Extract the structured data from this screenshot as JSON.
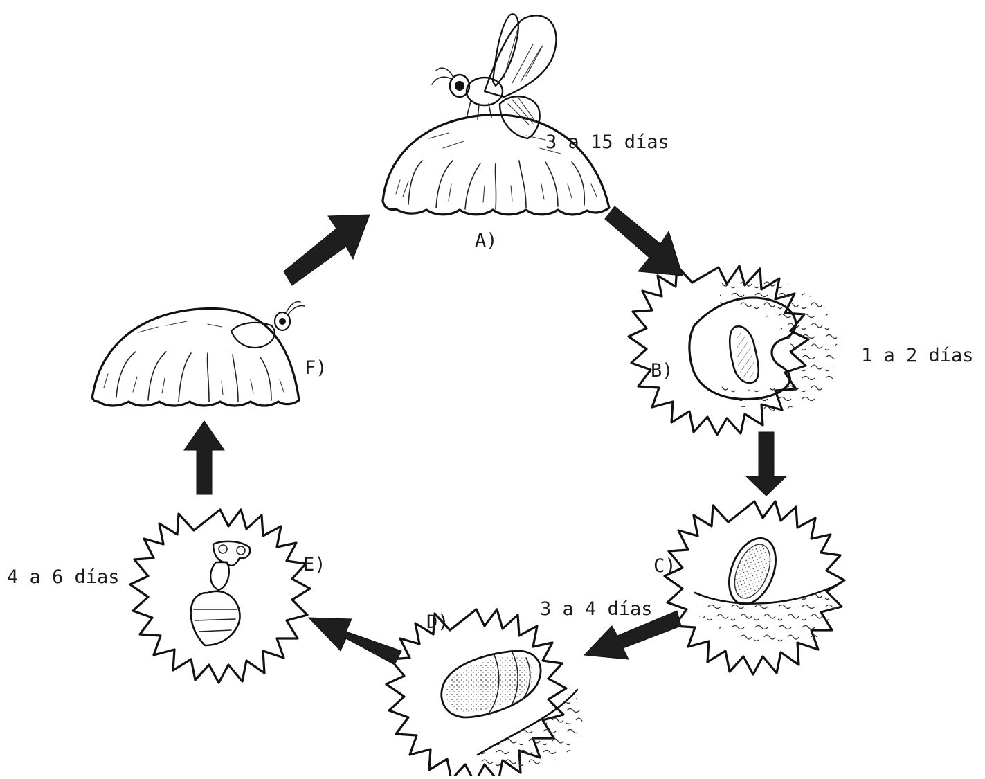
{
  "stages": [
    {
      "id": "A",
      "label": "A)",
      "duration": "3 a 15 días"
    },
    {
      "id": "B",
      "label": "B)",
      "duration": "1 a 2 días"
    },
    {
      "id": "C",
      "label": "C)",
      "duration": ""
    },
    {
      "id": "D",
      "label": "D)",
      "duration": "3 a 4 días"
    },
    {
      "id": "E",
      "label": "E)",
      "duration": "4 a 6 días"
    },
    {
      "id": "F",
      "label": "F)",
      "duration": ""
    }
  ]
}
